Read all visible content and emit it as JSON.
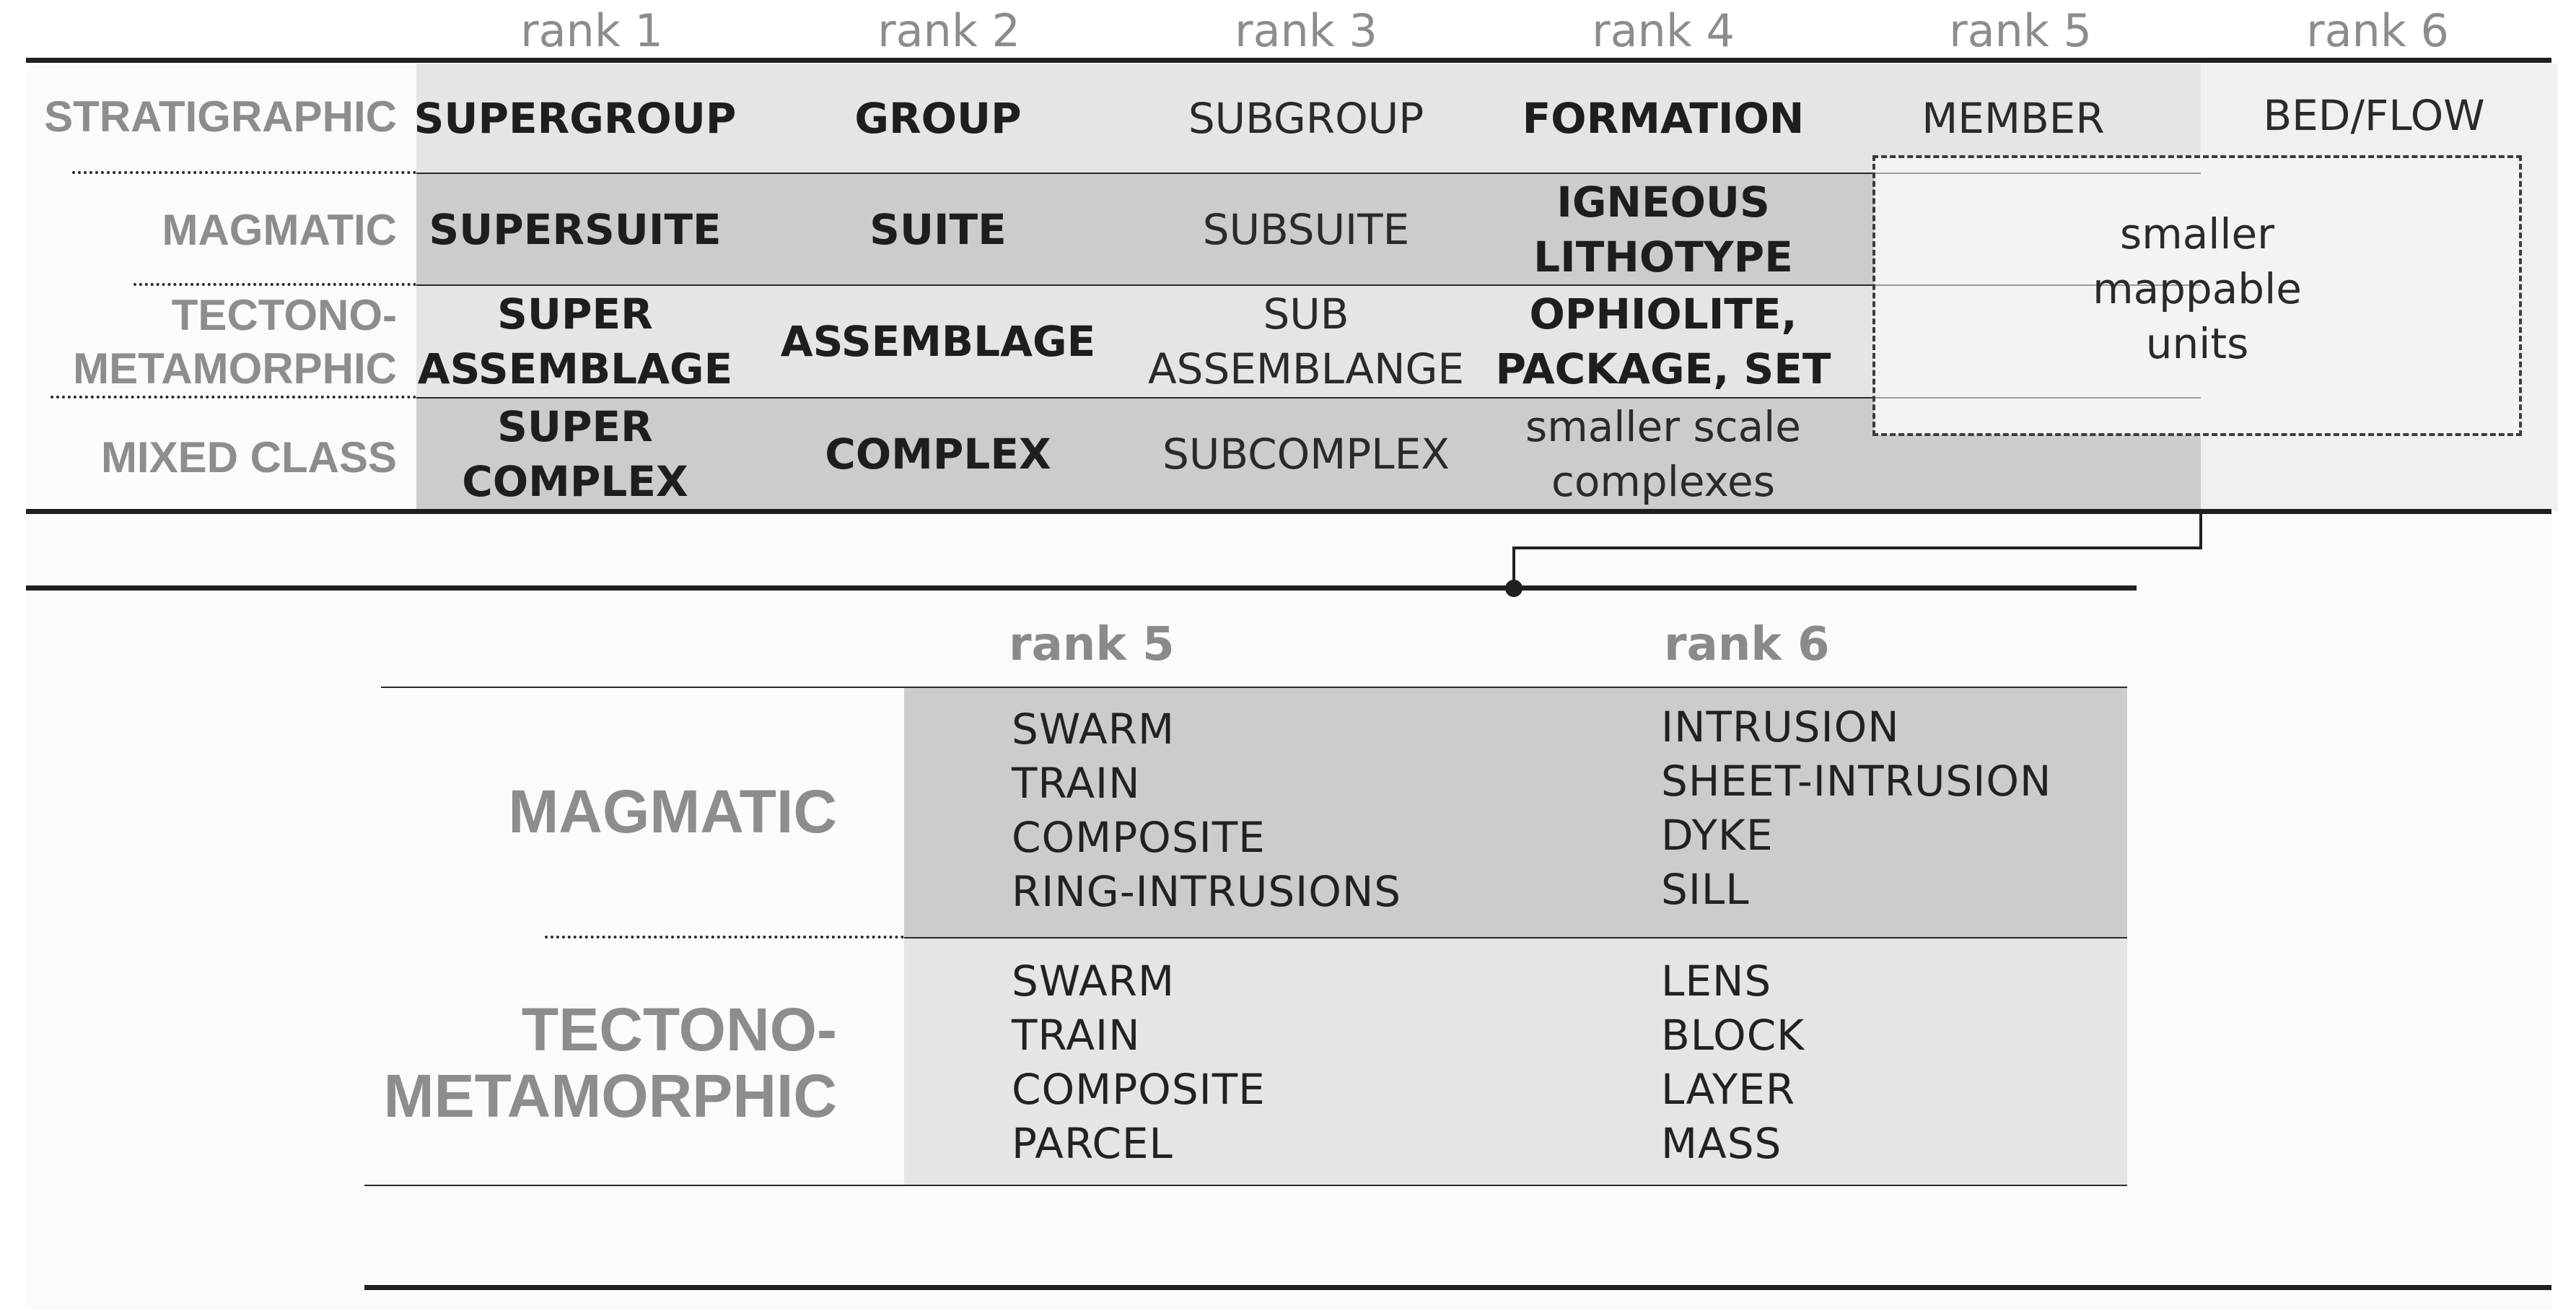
{
  "upper_table": {
    "rank_headers": [
      "rank 1",
      "rank 2",
      "rank 3",
      "rank 4",
      "rank 5",
      "rank 6"
    ],
    "rows": [
      {
        "label": "STRATIGRAPHIC",
        "cells": [
          "SUPERGROUP",
          "GROUP",
          "SUBGROUP",
          "FORMATION",
          "MEMBER",
          "BED/FLOW"
        ]
      },
      {
        "label": "MAGMATIC",
        "cells": [
          "SUPERSUITE",
          "SUITE",
          "SUBSUITE",
          "IGNEOUS LITHOTYPE"
        ]
      },
      {
        "label": "TECTONO-METAMORPHIC",
        "cells": [
          "SUPER ASSEMBLAGE",
          "ASSEMBLAGE",
          "SUB ASSEMBLANGE",
          "OPHIOLITE, PACKAGE, SET"
        ]
      },
      {
        "label": "MIXED CLASS",
        "cells": [
          "SUPER COMPLEX",
          "COMPLEX",
          "SUBCOMPLEX",
          "smaller scale complexes"
        ]
      }
    ],
    "dashed_box_text": "smaller mappable units"
  },
  "lower_table": {
    "rank_headers": [
      "rank 5",
      "rank 6"
    ],
    "rows": [
      {
        "label": "MAGMATIC",
        "rank5": [
          "SWARM",
          "TRAIN",
          "COMPOSITE",
          "RING-INTRUSIONS"
        ],
        "rank6": [
          "INTRUSION",
          "SHEET-INTRUSION",
          "DYKE",
          "SILL"
        ]
      },
      {
        "label": "TECTONO-METAMORPHIC",
        "rank5": [
          "SWARM",
          "TRAIN",
          "COMPOSITE",
          "PARCEL"
        ],
        "rank6": [
          "LENS",
          "BLOCK",
          "LAYER",
          "MASS"
        ]
      }
    ]
  }
}
